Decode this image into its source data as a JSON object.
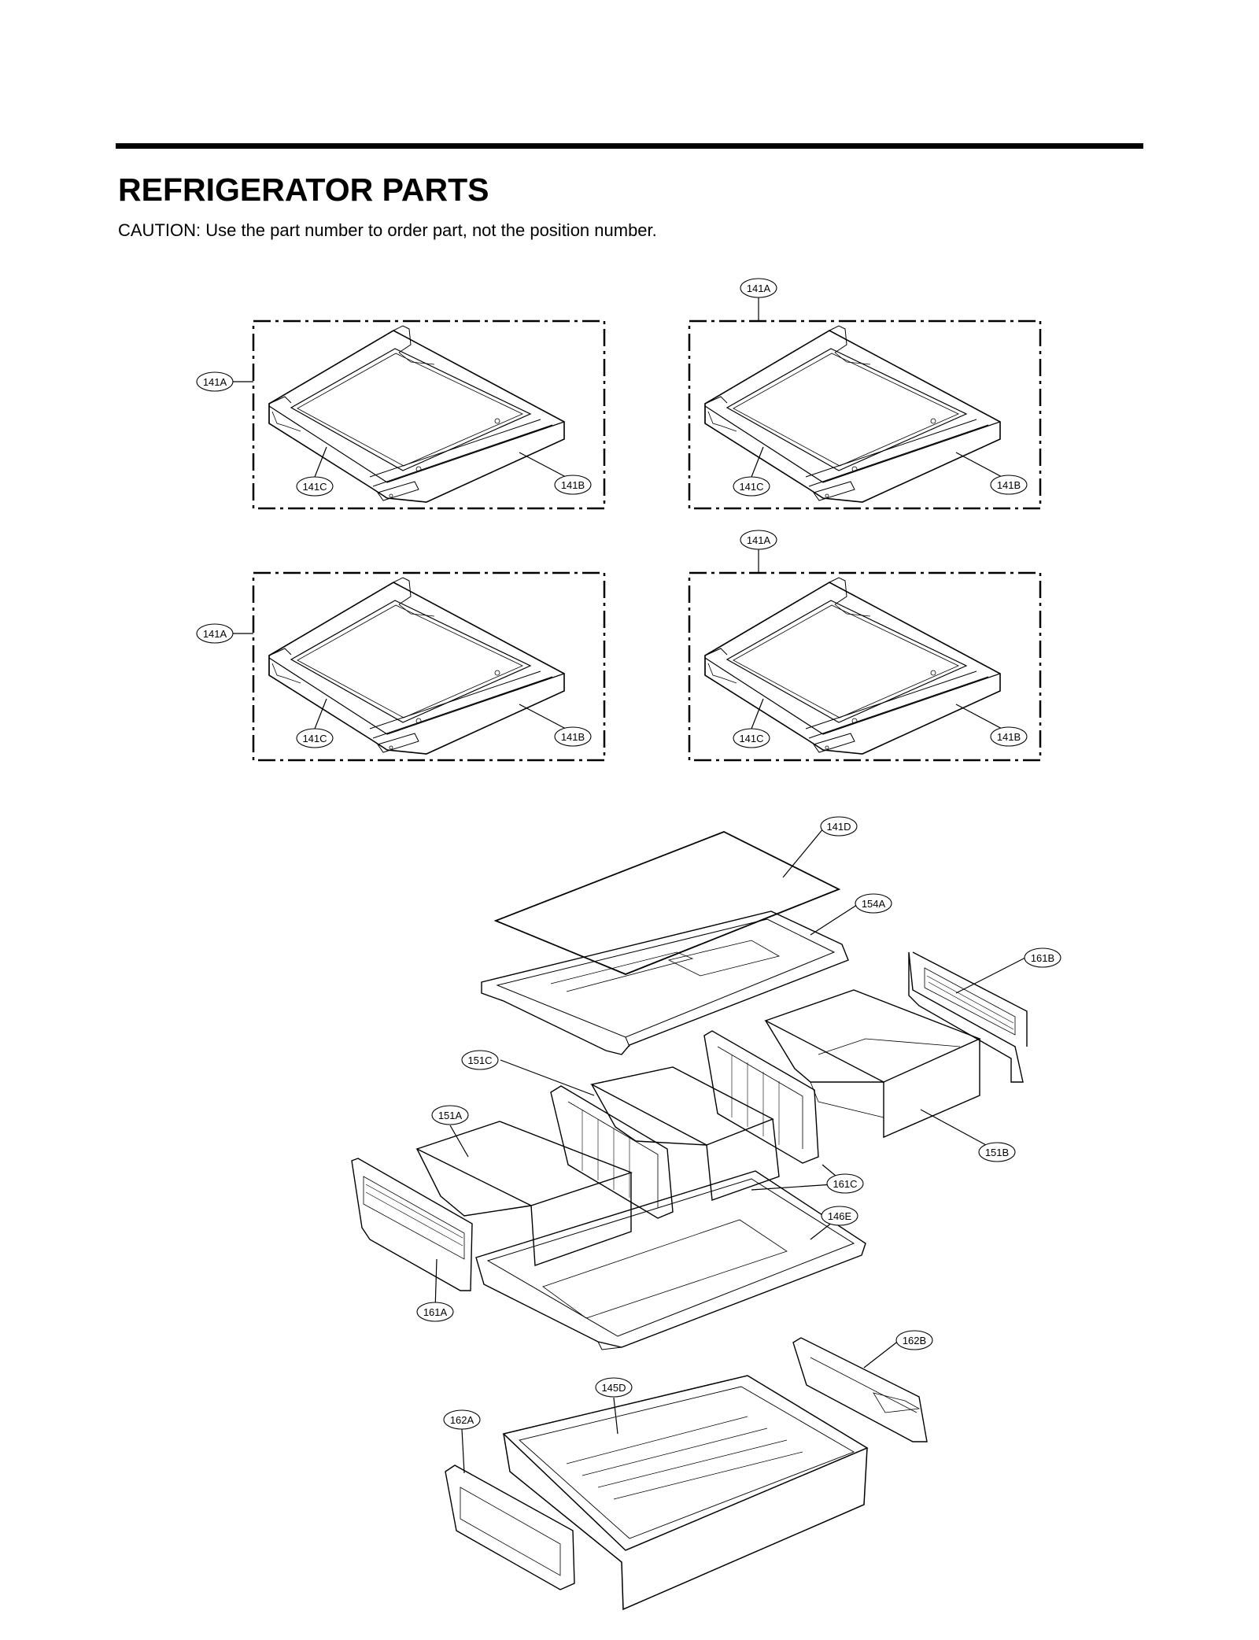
{
  "page": {
    "title": "REFRIGERATOR PARTS",
    "caution": "CAUTION: Use the part number to order part, not the position number."
  },
  "diagram": {
    "callouts": [
      {
        "id": "c-141A-p1",
        "label": "141A"
      },
      {
        "id": "c-141C-p1",
        "label": "141C"
      },
      {
        "id": "c-141B-p1",
        "label": "141B"
      },
      {
        "id": "c-141A-p2",
        "label": "141A"
      },
      {
        "id": "c-141C-p2",
        "label": "141C"
      },
      {
        "id": "c-141B-p2",
        "label": "141B"
      },
      {
        "id": "c-141A-p3",
        "label": "141A"
      },
      {
        "id": "c-141C-p3",
        "label": "141C"
      },
      {
        "id": "c-141B-p3",
        "label": "141B"
      },
      {
        "id": "c-141A-p4",
        "label": "141A"
      },
      {
        "id": "c-141C-p4",
        "label": "141C"
      },
      {
        "id": "c-141B-p4",
        "label": "141B"
      },
      {
        "id": "c-141D",
        "label": "141D"
      },
      {
        "id": "c-154A",
        "label": "154A"
      },
      {
        "id": "c-161B",
        "label": "161B"
      },
      {
        "id": "c-151C",
        "label": "151C"
      },
      {
        "id": "c-151A",
        "label": "151A"
      },
      {
        "id": "c-151B",
        "label": "151B"
      },
      {
        "id": "c-161C",
        "label": "161C"
      },
      {
        "id": "c-146E",
        "label": "146E"
      },
      {
        "id": "c-161A",
        "label": "161A"
      },
      {
        "id": "c-162B",
        "label": "162B"
      },
      {
        "id": "c-145D",
        "label": "145D"
      },
      {
        "id": "c-162A",
        "label": "162A"
      }
    ]
  }
}
